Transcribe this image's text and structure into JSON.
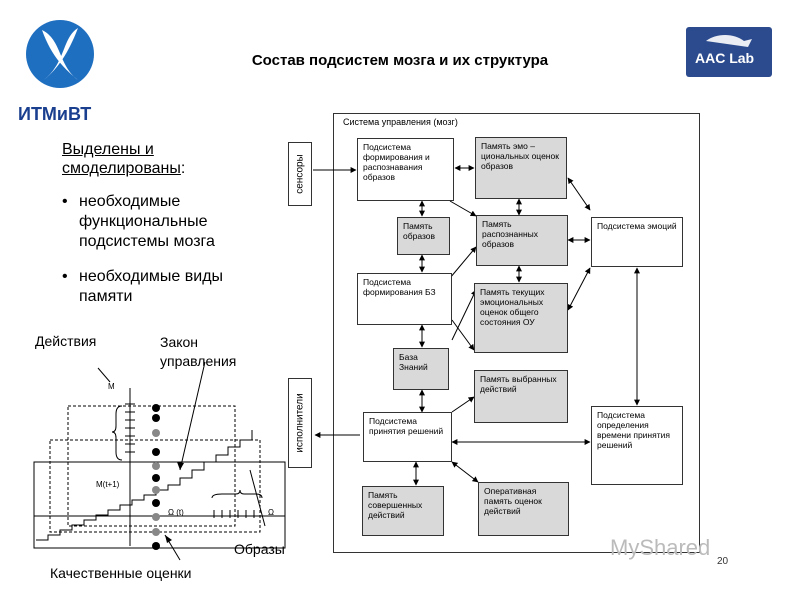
{
  "logo": {
    "text": "ИТМиВТ"
  },
  "brand": {
    "text": "AAC Lab"
  },
  "title": "Состав подсистем мозга и их структура",
  "intro": {
    "line1": "Выделены и",
    "line2": "смоделированы",
    "colon": ":"
  },
  "bullets": [
    "необходимые функциональные подсистемы мозга",
    "необходимые виды памяти"
  ],
  "left_diagram": {
    "actions": "Действия",
    "law": "Закон управления",
    "images": "Образы",
    "quality": "Качественные оценки",
    "axis_m": "M",
    "axis_mt": "M(t+1)",
    "axis_omega_t": "Ω (t)",
    "axis_omega": "Ω"
  },
  "system": {
    "label": "Система управления (мозг)",
    "sensors": "сенсоры",
    "executors": "исполнители",
    "blocks": {
      "recog": "Подсистема формирования и распознавания образов",
      "emo_mem": "Память эмо – циональных оценок образов",
      "img_mem": "Память образов",
      "recog_mem": "Память распознанных образов",
      "emo_sub": "Подсистема эмоций",
      "kb_sub": "Подсистема формирования БЗ",
      "state_mem": "Память текущих эмоциональных оценок общего состояния ОУ",
      "kb": "База Знаний",
      "sel_mem": "Память выбранных действий",
      "dec_sub": "Подсистема принятия решений",
      "time_sub": "Подсистема определения времени принятия решений",
      "done_mem": "Память совершенных действий",
      "op_mem": "Оперативная память оценок действий"
    }
  },
  "watermark": "MyShared",
  "page_number": "20"
}
